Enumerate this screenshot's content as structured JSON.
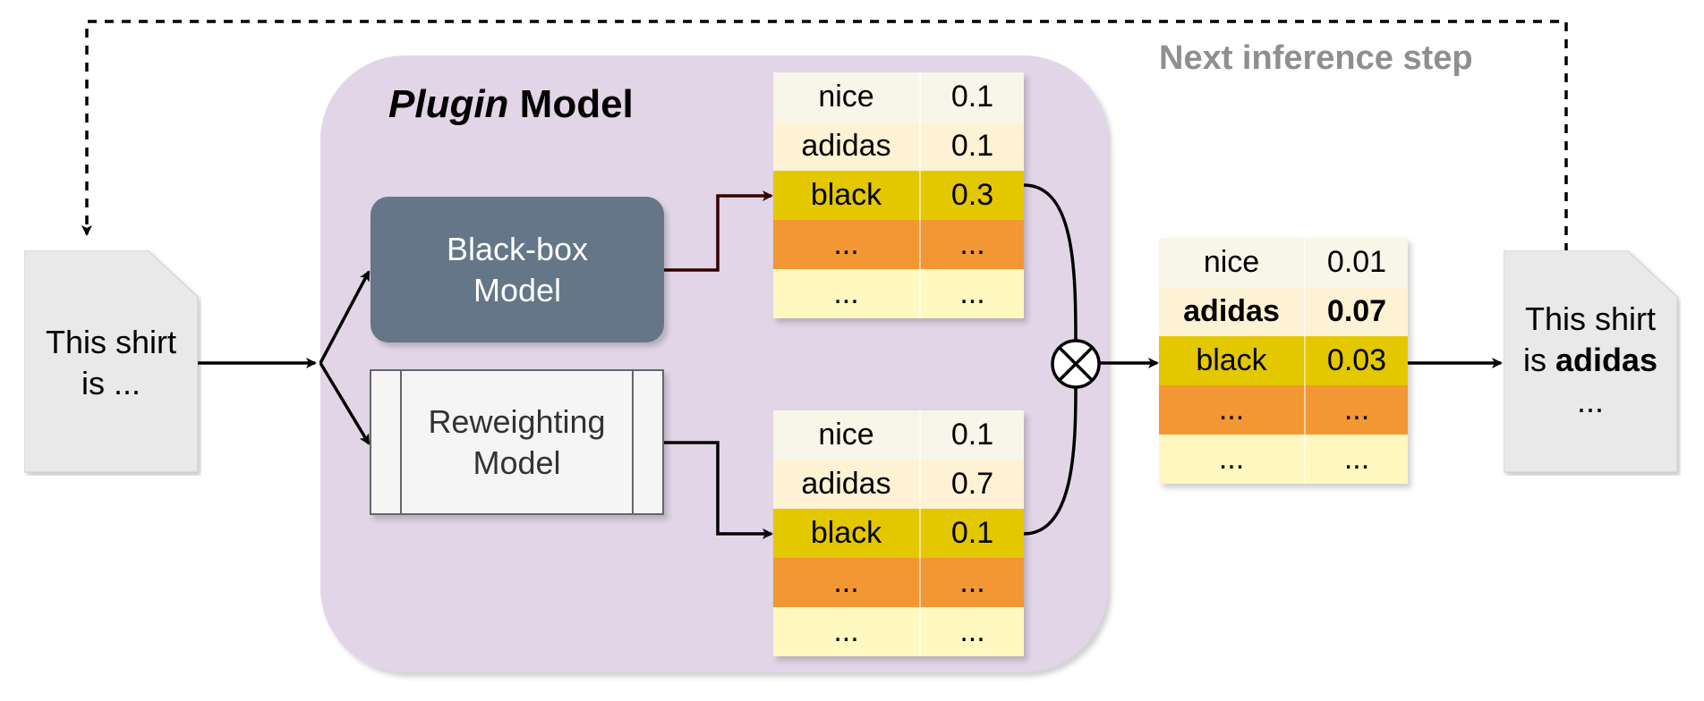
{
  "plugin": {
    "title_italic": "Plugin",
    "title_rest": "Model"
  },
  "next_step_label": "Next inference step",
  "input_doc": {
    "line1": "This shirt",
    "line2": "is ..."
  },
  "output_doc": {
    "line1": "This shirt",
    "line2_prefix": "is ",
    "line2_bold": "adidas",
    "line3": "..."
  },
  "blackbox_model": {
    "label": "Black-box Model"
  },
  "reweighting_model": {
    "label": "Reweighting Model"
  },
  "combine_symbol": "⊗",
  "tables": {
    "blackbox_probs": [
      {
        "token": "nice",
        "prob": "0.1",
        "color": "#f8f5e9"
      },
      {
        "token": "adidas",
        "prob": "0.1",
        "color": "#fdf2d3"
      },
      {
        "token": "black",
        "prob": "0.3",
        "color": "#e3c800"
      },
      {
        "token": "...",
        "prob": "...",
        "color": "#f39734"
      },
      {
        "token": "...",
        "prob": "...",
        "color": "#fff8c0"
      }
    ],
    "reweight_probs": [
      {
        "token": "nice",
        "prob": "0.1",
        "color": "#f8f5e9"
      },
      {
        "token": "adidas",
        "prob": "0.7",
        "color": "#fdf2d3"
      },
      {
        "token": "black",
        "prob": "0.1",
        "color": "#e3c800"
      },
      {
        "token": "...",
        "prob": "...",
        "color": "#f39734"
      },
      {
        "token": "...",
        "prob": "...",
        "color": "#fff8c0"
      }
    ],
    "combined_probs": [
      {
        "token": "nice",
        "prob": "0.01",
        "color": "#f8f5e9"
      },
      {
        "token": "adidas",
        "prob": "0.07",
        "color": "#fdf2d3",
        "bold": true
      },
      {
        "token": "black",
        "prob": "0.03",
        "color": "#e3c800"
      },
      {
        "token": "...",
        "prob": "...",
        "color": "#f39734"
      },
      {
        "token": "...",
        "prob": "...",
        "color": "#fff8c0"
      }
    ]
  }
}
